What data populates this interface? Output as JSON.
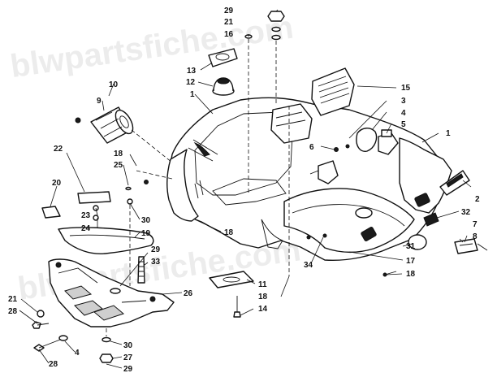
{
  "watermark": {
    "line_top": "blwpartsfiche.com",
    "line_bottom": "blwpartsfiche.com"
  },
  "callouts": {
    "c29a": "29",
    "c21a": "21",
    "c16": "16",
    "c13": "13",
    "c12": "12",
    "c10": "10",
    "c9": "9",
    "c1a": "1",
    "c15": "15",
    "c3": "3",
    "c4": "4",
    "c5": "5",
    "c6": "6",
    "c1b": "1",
    "c22": "22",
    "c18a": "18",
    "c25": "25",
    "c20": "20",
    "c23": "23",
    "c24": "24",
    "c30a": "30",
    "c19": "19",
    "c18b": "18",
    "c2": "2",
    "c32": "32",
    "c7": "7",
    "c8": "8",
    "c31": "31",
    "c17": "17",
    "c34": "34",
    "c18c": "18",
    "c29b": "29",
    "c33": "33",
    "c11": "11",
    "c18d": "18",
    "c14": "14",
    "c26": "26",
    "c21b": "21",
    "c28a": "28",
    "c4b": "4",
    "c28b": "28",
    "c30b": "30",
    "c27": "27",
    "c29c": "29"
  }
}
